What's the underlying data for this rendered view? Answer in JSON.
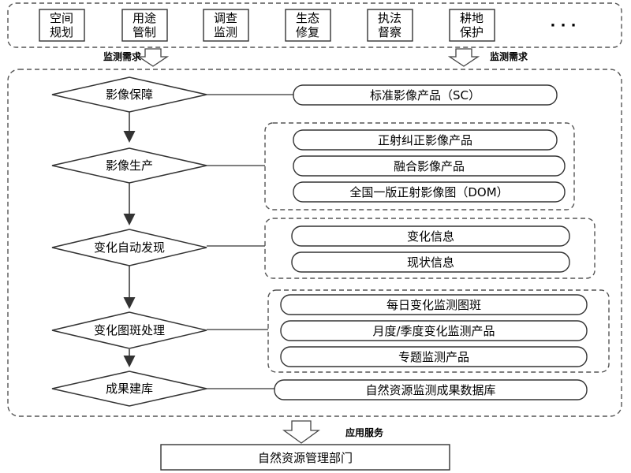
{
  "top_boxes": [
    {
      "line1": "空间",
      "line2": "规划"
    },
    {
      "line1": "用途",
      "line2": "管制"
    },
    {
      "line1": "调查",
      "line2": "监测"
    },
    {
      "line1": "生态",
      "line2": "修复"
    },
    {
      "line1": "执法",
      "line2": "督察"
    },
    {
      "line1": "耕地",
      "line2": "保护"
    }
  ],
  "ellipsis": "· · ·",
  "demand_label_left": "监测需求",
  "demand_label_right": "监测需求",
  "process_steps": [
    "影像保障",
    "影像生产",
    "变化自动发现",
    "变化图斑处理",
    "成果建库"
  ],
  "outputs": {
    "imagery": [
      "标准影像产品（SC）"
    ],
    "production": [
      "正射纠正影像产品",
      "融合影像产品",
      "全国一版正射影像图（DOM）"
    ],
    "detection": [
      "变化信息",
      "现状信息"
    ],
    "patch": [
      "每日变化监测图斑",
      "月度/季度变化监测产品",
      "专题监测产品"
    ],
    "database": [
      "自然资源监测成果数据库"
    ]
  },
  "service_label": "应用服务",
  "bottom_box": "自然资源管理部门"
}
